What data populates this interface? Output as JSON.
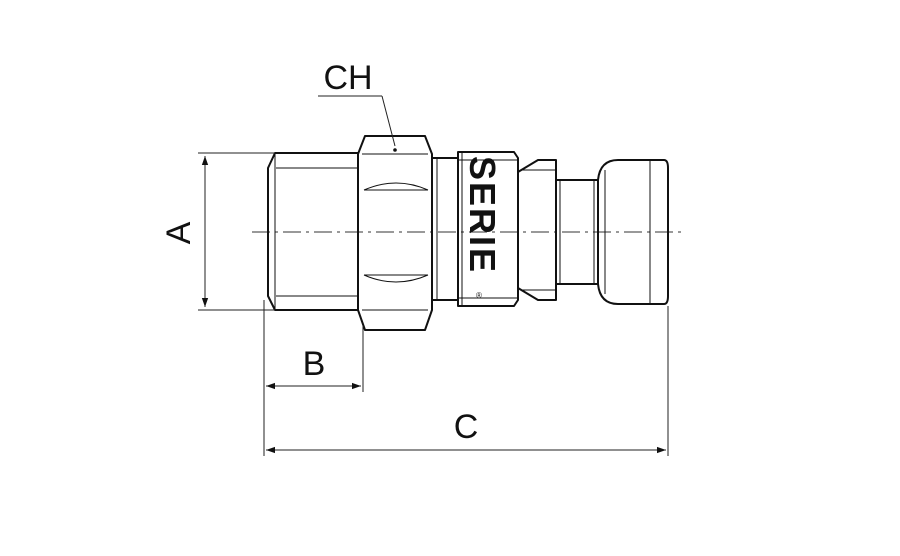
{
  "drawing": {
    "dimensions": {
      "a": "A",
      "b": "B",
      "c": "C",
      "ch": "CH"
    },
    "engraving": {
      "text": "SERIE",
      "mark": "®"
    }
  }
}
